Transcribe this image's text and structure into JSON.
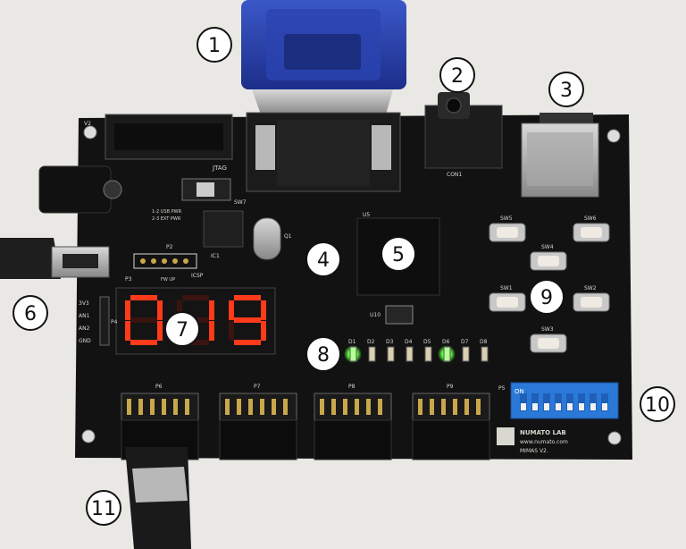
{
  "photo": {
    "background_color": "#e9e8e5",
    "board_color": "#121212",
    "silkscreen_color": "#d8d8d0"
  },
  "board": {
    "brand": "NUMATO LAB",
    "url": "www.numato.com",
    "model": "MIMAS V2.",
    "jtag_label": "JTAG",
    "icsp_label": "ICSP",
    "display_digits": "019",
    "gpio_power_labels": [
      "3V3",
      "AN1",
      "AN2",
      "GND"
    ],
    "header_labels": [
      "P6",
      "P7",
      "P8",
      "P9"
    ],
    "led_labels": [
      "D1",
      "D2",
      "D3",
      "D4",
      "D5",
      "D6",
      "D7",
      "D8"
    ],
    "led_states": [
      1,
      0,
      0,
      0,
      0,
      1,
      0,
      0
    ],
    "switch_labels": [
      "SW5",
      "SW6",
      "SW4",
      "SW1",
      "SW2",
      "SW3"
    ],
    "dip_on_label": "ON",
    "conn_label": "CON1",
    "ic_labels": [
      "U5",
      "IC1",
      "U10",
      "Q1"
    ],
    "power_labels": [
      "1-2 USB PWR",
      "2-3 EXT PWR"
    ],
    "pin_header_p2": "P2",
    "pin_header_p3": "P3",
    "pin_header_p4": "P4",
    "pin_header_p5": "P5",
    "sw7": "SW7",
    "v2": "V2",
    "fw_up": "FW UP"
  },
  "callouts": [
    {
      "n": "1"
    },
    {
      "n": "2"
    },
    {
      "n": "3"
    },
    {
      "n": "4"
    },
    {
      "n": "5"
    },
    {
      "n": "6"
    },
    {
      "n": "7"
    },
    {
      "n": "8"
    },
    {
      "n": "9"
    },
    {
      "n": "10"
    },
    {
      "n": "11"
    }
  ]
}
